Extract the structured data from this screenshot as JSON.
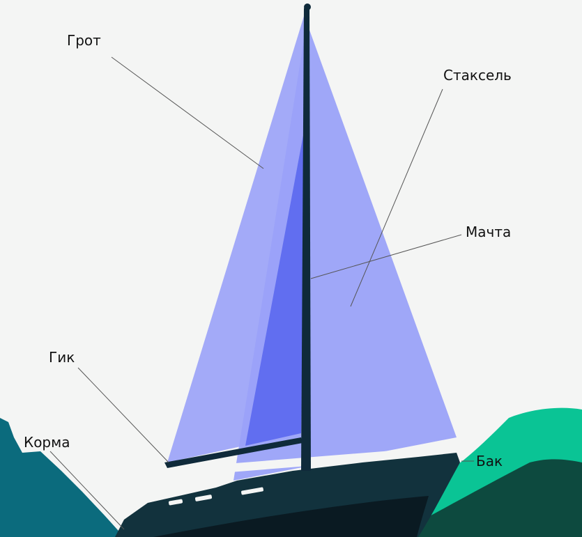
{
  "labels": {
    "mainsail": "Грот",
    "jib": "Стаксель",
    "mast": "Мачта",
    "boom": "Гик",
    "stern": "Корма",
    "bow": "Бак"
  },
  "colors": {
    "background": "#f4f5f4",
    "sail": "#9aa2f8",
    "sail_overlap": "#5b68ee",
    "hull": "#12323d",
    "mast": "#0f2a3a",
    "water_teal": "#0b6b7d",
    "water_green": "#0ac495",
    "water_dark": "#0d4a3f",
    "leader_line": "#555555"
  }
}
